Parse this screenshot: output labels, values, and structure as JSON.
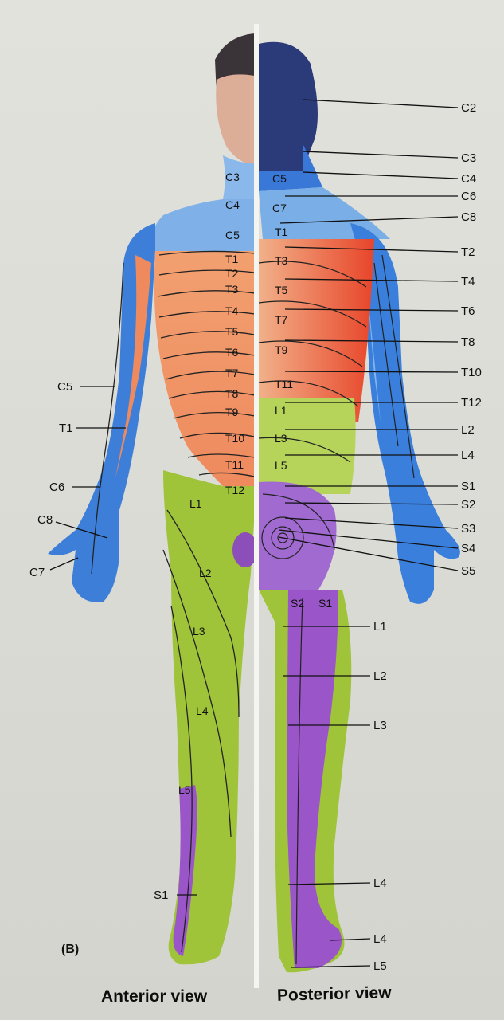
{
  "figure": {
    "tag": "(B)",
    "captions": {
      "anterior": "Anterior view",
      "posterior": "Posterior view"
    },
    "colors": {
      "cervical_blue": "#3a78d8",
      "cervical_light": "#79aee6",
      "thoracic_orange": "#ee9466",
      "thoracic_red": "#ea4d2a",
      "lumbar_green": "#9fc43a",
      "sacral_purple": "#9a55c8",
      "hair_dark": "#2a2f5a",
      "skin": "#e1b29a",
      "background": "#dcdcd6"
    },
    "anterior_segments": [
      "C3",
      "C4",
      "C5",
      "T1",
      "T2",
      "T3",
      "T4",
      "T5",
      "T6",
      "T7",
      "T8",
      "T9",
      "T10",
      "T11",
      "T12",
      "L1",
      "L2",
      "L3",
      "L4",
      "L5"
    ],
    "posterior_segments": [
      "C5",
      "C7",
      "T1",
      "T3",
      "T5",
      "T7",
      "T9",
      "T11",
      "L1",
      "L3",
      "L5",
      "S2",
      "S1"
    ],
    "anterior_arm_labels": [
      "C5",
      "T1",
      "C6",
      "C8",
      "C7"
    ],
    "anterior_foot_labels": [
      "S1"
    ],
    "posterior_callouts_upper": [
      "C2",
      "C3",
      "C4",
      "C6",
      "C8",
      "T2",
      "T4",
      "T6",
      "T8",
      "T10",
      "T12",
      "L2",
      "L4",
      "S1",
      "S2",
      "S3",
      "S4",
      "S5"
    ],
    "posterior_callouts_lower": [
      "L1",
      "L2",
      "L3",
      "L4",
      "L4",
      "L5"
    ]
  }
}
